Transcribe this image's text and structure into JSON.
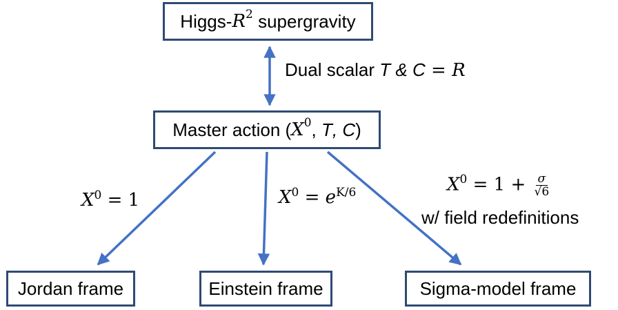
{
  "top_box": {
    "text_before": "Higgs-",
    "var": "R",
    "sup": "2",
    "text_after": " supergravity"
  },
  "dual_label": {
    "text": "Dual scalar ",
    "var1": "T",
    "amp": " & ",
    "var2": "C",
    "eq": " = ",
    "rhs": "R"
  },
  "master_box": {
    "text_before": "Master action (",
    "var": "X",
    "sup": "0",
    "sep1": ", ",
    "t": "T",
    "sep2": ", ",
    "c": "C",
    "text_after": ")"
  },
  "edges": {
    "jordan": {
      "var": "X",
      "sup": "0",
      "rhs": " = 1"
    },
    "einstein": {
      "var": "X",
      "sup": "0",
      "eq": " = ",
      "base": "e",
      "exp": "K/6"
    },
    "sigma": {
      "var": "X",
      "sup": "0",
      "eq": " = 1 + ",
      "num": "σ",
      "den": "√6",
      "note": "w/ field redefinitions"
    }
  },
  "bottom_boxes": {
    "jordan": "Jordan frame",
    "einstein": "Einstein frame",
    "sigma": "Sigma-model frame"
  },
  "colors": {
    "arrow": "#4472c4",
    "box_border": "#2e4a72"
  }
}
